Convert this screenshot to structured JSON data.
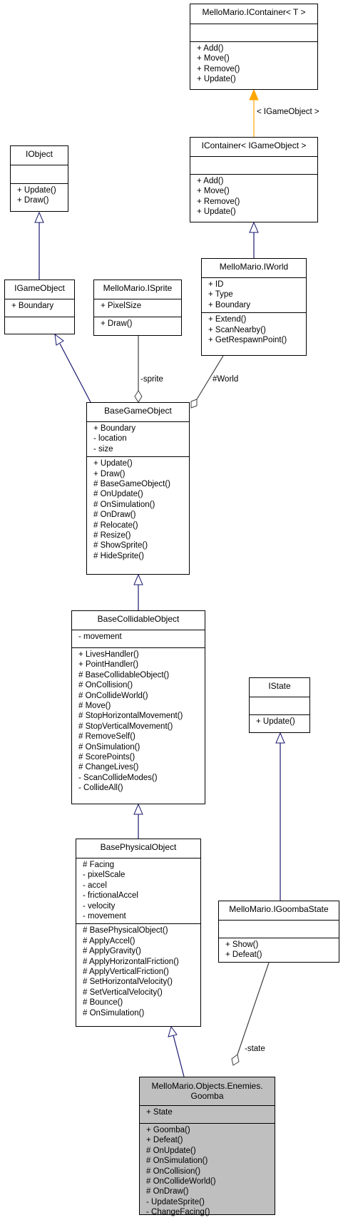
{
  "classes": {
    "icontainer_t": {
      "title": [
        "MelloMario.IContainer< T >"
      ],
      "attributes": [],
      "methods": [
        "+ Add()",
        "+ Move()",
        "+ Remove()",
        "+ Update()"
      ]
    },
    "icontainer_igo": {
      "title": [
        "IContainer< IGameObject >"
      ],
      "attributes": [],
      "methods": [
        "+ Add()",
        "+ Move()",
        "+ Remove()",
        "+ Update()"
      ]
    },
    "iobject": {
      "title": [
        "IObject"
      ],
      "attributes": [],
      "methods": [
        "+ Update()",
        "+ Draw()"
      ]
    },
    "iworld": {
      "title": [
        "MelloMario.IWorld"
      ],
      "attributes": [
        "+ ID",
        "+ Type",
        "+ Boundary"
      ],
      "methods": [
        "+ Extend()",
        "+ ScanNearby()",
        "+ GetRespawnPoint()"
      ]
    },
    "igameobject": {
      "title": [
        "IGameObject"
      ],
      "attributes": [
        "+ Boundary"
      ],
      "methods": []
    },
    "isprite": {
      "title": [
        "MelloMario.ISprite"
      ],
      "attributes": [
        "+ PixelSize"
      ],
      "methods": [
        "+ Draw()"
      ]
    },
    "basegameobject": {
      "title": [
        "BaseGameObject"
      ],
      "attributes": [
        "+ Boundary",
        "- location",
        "- size"
      ],
      "methods": [
        "+ Update()",
        "+ Draw()",
        "# BaseGameObject()",
        "# OnUpdate()",
        "# OnSimulation()",
        "# OnDraw()",
        "# Relocate()",
        "# Resize()",
        "# ShowSprite()",
        "# HideSprite()"
      ]
    },
    "basecollidable": {
      "title": [
        "BaseCollidableObject"
      ],
      "attributes": [
        "- movement"
      ],
      "methods": [
        "+ LivesHandler()",
        "+ PointHandler()",
        "# BaseCollidableObject()",
        "# OnCollision()",
        "# OnCollideWorld()",
        "# Move()",
        "# StopHorizontalMovement()",
        "# StopVerticalMovement()",
        "# RemoveSelf()",
        "# OnSimulation()",
        "# ScorePoints()",
        "# ChangeLives()",
        "- ScanCollideModes()",
        "- CollideAll()"
      ]
    },
    "istate": {
      "title": [
        "IState"
      ],
      "attributes": [],
      "methods": [
        "+ Update()"
      ]
    },
    "basephysical": {
      "title": [
        "BasePhysicalObject"
      ],
      "attributes": [
        "# Facing",
        "- pixelScale",
        "- accel",
        "- frictionalAccel",
        "- velocity",
        "- movement"
      ],
      "methods": [
        "# BasePhysicalObject()",
        "# ApplyAccel()",
        "# ApplyGravity()",
        "# ApplyHorizontalFriction()",
        "# ApplyVerticalFriction()",
        "# SetHorizontalVelocity()",
        "# SetVerticalVelocity()",
        "# Bounce()",
        "# OnSimulation()"
      ]
    },
    "igoombastate": {
      "title": [
        "MelloMario.IGoombaState"
      ],
      "attributes": [],
      "methods": [
        "+ Show()",
        "+ Defeat()"
      ]
    },
    "goomba": {
      "title": [
        "MelloMario.Objects.Enemies.",
        "Goomba"
      ],
      "attributes": [
        "+ State"
      ],
      "methods": [
        "+ Goomba()",
        "+ Defeat()",
        "# OnUpdate()",
        "# OnSimulation()",
        "# OnCollision()",
        "# OnCollideWorld()",
        "# OnDraw()",
        "- UpdateSprite()",
        "- ChangeFacing()"
      ]
    }
  },
  "edge_labels": {
    "template_binding": "< IGameObject >",
    "sprite": "-sprite",
    "world": "#World",
    "state": "-state"
  },
  "colors": {
    "inheritance": "#191970",
    "template": "#ffa500",
    "association": "#404040",
    "highlight_fill": "#bfbfbf"
  }
}
